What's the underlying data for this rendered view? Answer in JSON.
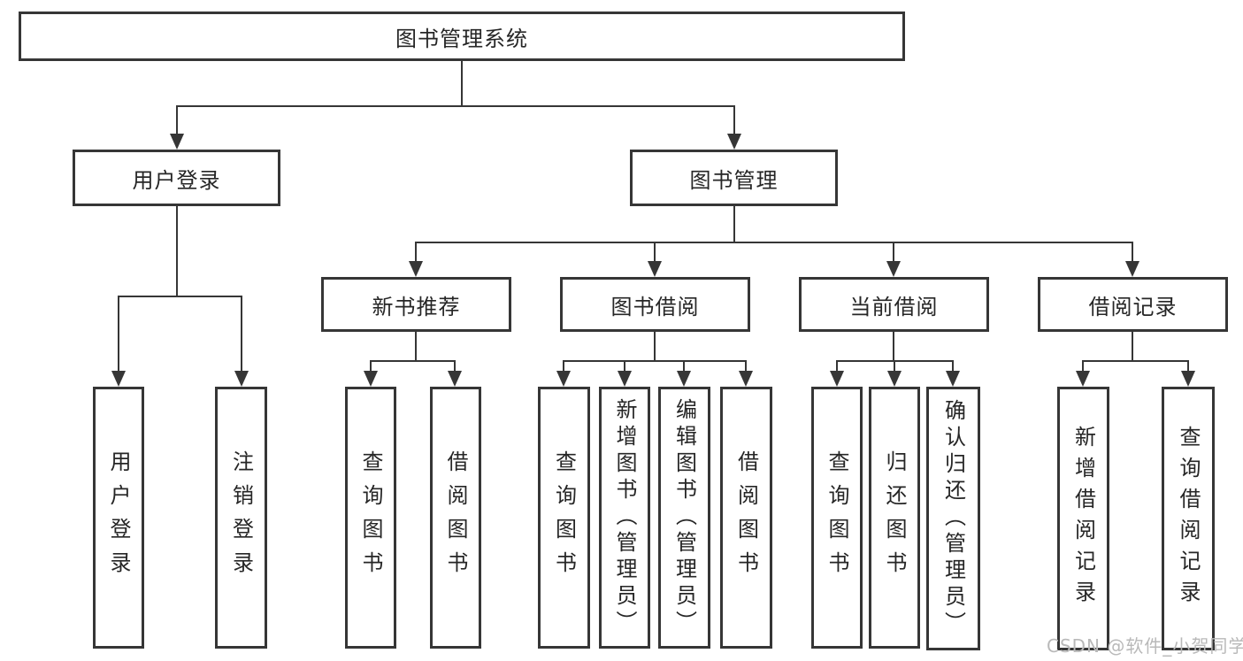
{
  "colors": {
    "line": "#363636",
    "border": "#363636",
    "text": "#262626",
    "watermark": "#b9b9b9",
    "background": "#ffffff"
  },
  "tree": {
    "label": "图书管理系统",
    "children": [
      {
        "label": "用户登录",
        "children": [
          {
            "label": "用户登录"
          },
          {
            "label": "注销登录"
          }
        ]
      },
      {
        "label": "图书管理",
        "children": [
          {
            "label": "新书推荐",
            "children": [
              {
                "label": "查询图书"
              },
              {
                "label": "借阅图书"
              }
            ]
          },
          {
            "label": "图书借阅",
            "children": [
              {
                "label": "查询图书"
              },
              {
                "label": "新增图书（管理员）"
              },
              {
                "label": "编辑图书（管理员）"
              },
              {
                "label": "借阅图书"
              }
            ]
          },
          {
            "label": "当前借阅",
            "children": [
              {
                "label": "查询图书"
              },
              {
                "label": "归还图书"
              },
              {
                "label": "确认归还（管理员）"
              }
            ]
          },
          {
            "label": "借阅记录",
            "children": [
              {
                "label": "新增借阅记录"
              },
              {
                "label": "查询借阅记录"
              }
            ]
          }
        ]
      }
    ]
  },
  "watermark": "CSDN @软件_小贺同学"
}
